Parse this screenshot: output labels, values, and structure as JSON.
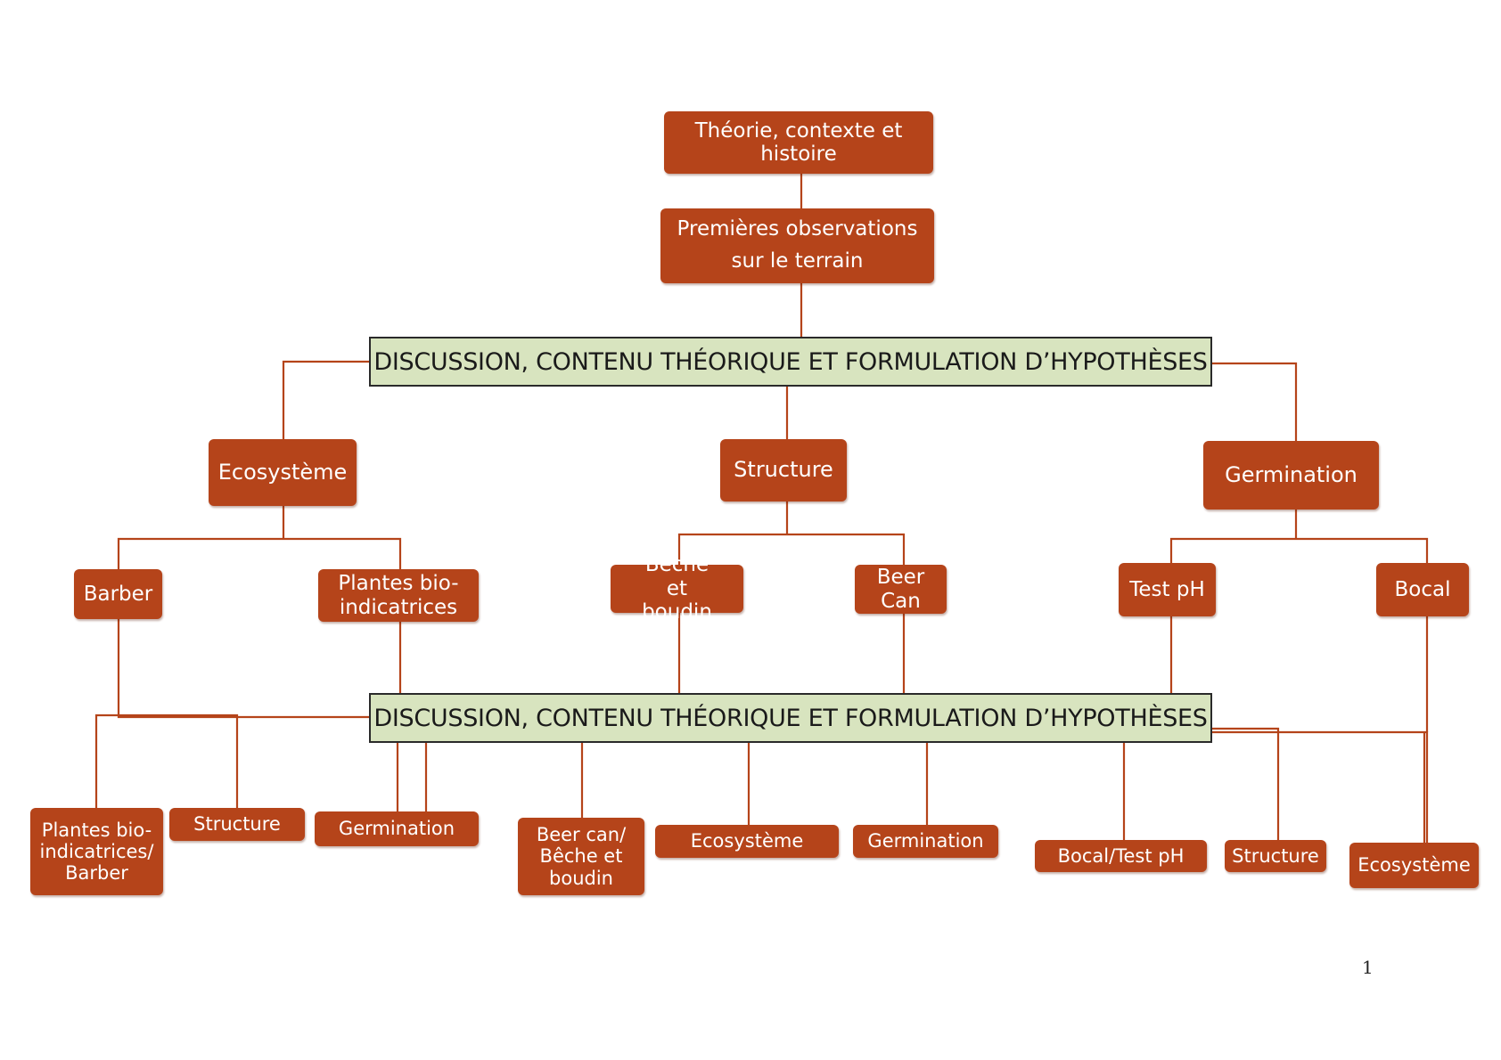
{
  "colors": {
    "box_fill": "#b5441a",
    "box_text": "#ffffff",
    "discussion_fill": "#d8e4bf",
    "line": "#b5441a"
  },
  "top": {
    "theorie": "Théorie, contexte et histoire",
    "observations": "Premières observations sur le terrain"
  },
  "discussion_top": "DISCUSSION, CONTENU THÉORIQUE ET FORMULATION D’HYPOTHÈSES",
  "discussion_bottom": "DISCUSSION, CONTENU THÉORIQUE ET FORMULATION D’HYPOTHÈSES",
  "themes": {
    "ecosysteme": "Ecosystème",
    "structure": "Structure",
    "germination": "Germination"
  },
  "methods": {
    "barber": "Barber",
    "plantes": "Plantes bio-indicatrices",
    "beche": "Bêche et boudin",
    "beer": "Beer Can",
    "test_ph": "Test pH",
    "bocal": "Bocal"
  },
  "results": {
    "plantes_barber": "Plantes bio-indicatrices/ Barber",
    "structure_1": "Structure",
    "germination_1": "Germination",
    "beer_beche": "Beer can/ Bêche et boudin",
    "ecosysteme_1": "Ecosystème",
    "germination_2": "Germination",
    "bocal_test": "Bocal/Test pH",
    "structure_2": "Structure",
    "ecosysteme_2": "Ecosystème"
  },
  "page_number": "1"
}
